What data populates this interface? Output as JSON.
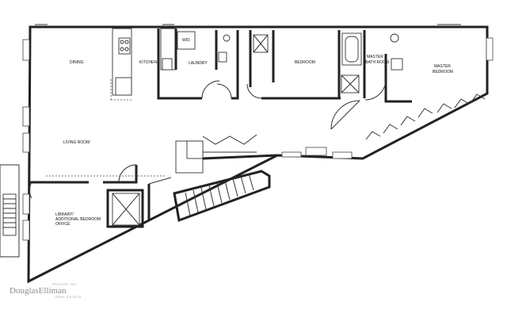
{
  "rooms": {
    "dining": "DINING",
    "kitchen": "KITCHEN",
    "laundry": "LAUNDRY",
    "wd": "W/D",
    "bedroom": "BEDROOM",
    "master_bath": [
      "MASTER",
      "BATH ROOM"
    ],
    "master_bedroom": [
      "MASTER",
      "BEDROOM"
    ],
    "living_room": "LIVING ROOM",
    "library": [
      "LIBRARY/",
      "ADDITIONAL BEDROOM",
      "OFFICE"
    ]
  },
  "logo": {
    "brand": "DouglasElliman",
    "line1": "PRIVATE INV",
    "line2": "REAL ESTATE"
  },
  "colors": {
    "line": "#222222",
    "logo": "#8c8c8c"
  }
}
